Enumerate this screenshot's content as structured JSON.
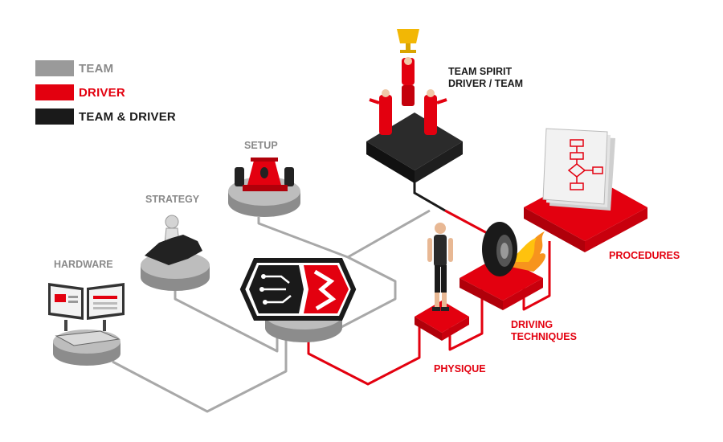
{
  "colors": {
    "team": "#9a9a9a",
    "driver": "#e3000f",
    "team_and_driver": "#1a1a1a"
  },
  "legend": [
    {
      "label": "TEAM",
      "color": "#9a9a9a"
    },
    {
      "label": "DRIVER",
      "color": "#e3000f"
    },
    {
      "label": "TEAM & DRIVER",
      "color": "#1a1a1a"
    }
  ],
  "nodes": {
    "hardware": {
      "label": "HARDWARE",
      "icon": "computer-monitors-icon"
    },
    "strategy": {
      "label": "STRATEGY",
      "icon": "chess-pieces-icon"
    },
    "setup": {
      "label": "SETUP",
      "icon": "race-car-icon"
    },
    "team_spirit": {
      "line1": "TEAM SPIRIT",
      "line2": "DRIVER / TEAM",
      "icon": "trophy-team-icon"
    },
    "physique": {
      "label": "PHYSIQUE",
      "icon": "athlete-icon"
    },
    "driving_techniques": {
      "line1": "DRIVING",
      "line2": "TECHNIQUES",
      "icon": "flaming-tire-icon"
    },
    "procedures": {
      "label": "PROCEDURES",
      "icon": "flowchart-document-icon"
    },
    "center": {
      "icon": "brain-circuit-logo-icon"
    }
  }
}
